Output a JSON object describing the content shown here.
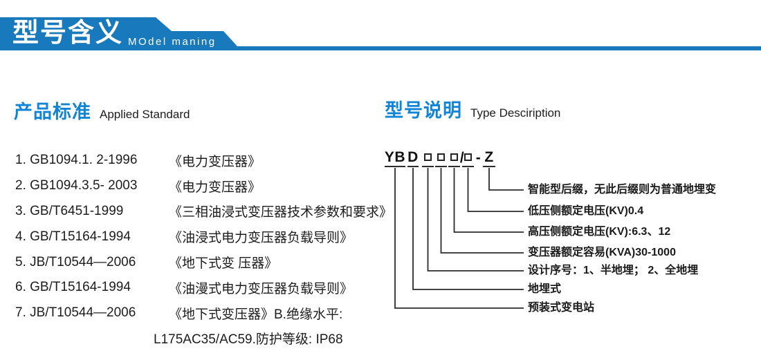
{
  "banner": {
    "title_cn": "型号含义",
    "title_en": "MOdel maning"
  },
  "sections": {
    "standards": {
      "heading_cn": "产品标准",
      "heading_en": "Applied Standard"
    },
    "type_description": {
      "heading_cn": "型号说明",
      "heading_en": "Type Desciription"
    }
  },
  "standards_list": {
    "items": [
      {
        "code": "1. GB1094.1. 2-1996",
        "title": "《电力变压器》"
      },
      {
        "code": "2. GB1094.3.5- 2003",
        "title": "《电力变压器》"
      },
      {
        "code": "3. GB/T6451-1999",
        "title": "《三相油浸式变压器技术参数和要求》"
      },
      {
        "code": "4. GB/T15164-1994",
        "title": "《油浸式电力变压器负载导则》"
      },
      {
        "code": "5. JB/T10544—2006",
        "title": "《地下式变 压器》"
      },
      {
        "code": "6. GB/T15164-1994",
        "title": "《油漫式电力变压器负载导则》"
      },
      {
        "code": "7. JB/T10544—2006",
        "title": "《地下式变压器》B.绝缘水平:"
      }
    ],
    "continuation": "L175AC35/AC59.防护等级: IP68"
  },
  "diagram": {
    "full_code": "YBD□□□/□-Z",
    "code_parts": {
      "yb": "YB",
      "d": "D",
      "slash": "/",
      "dash": "-",
      "z": "Z"
    },
    "labels": [
      "智能型后缀，无此后缀则为普通地埋变",
      "低压侧额定电压(KV)0.4",
      "高压侧额定电压(KV):6.3、12",
      "变压器额定容易(KVA)30-1000",
      "设计序号：1、半地埋； 2、全地埋",
      "地埋式",
      "预装式变电站"
    ]
  },
  "colors": {
    "banner_blue": "#1879bd",
    "heading_blue": "#1184d6",
    "text": "#1c1c1c",
    "line": "#2b2b2b"
  }
}
